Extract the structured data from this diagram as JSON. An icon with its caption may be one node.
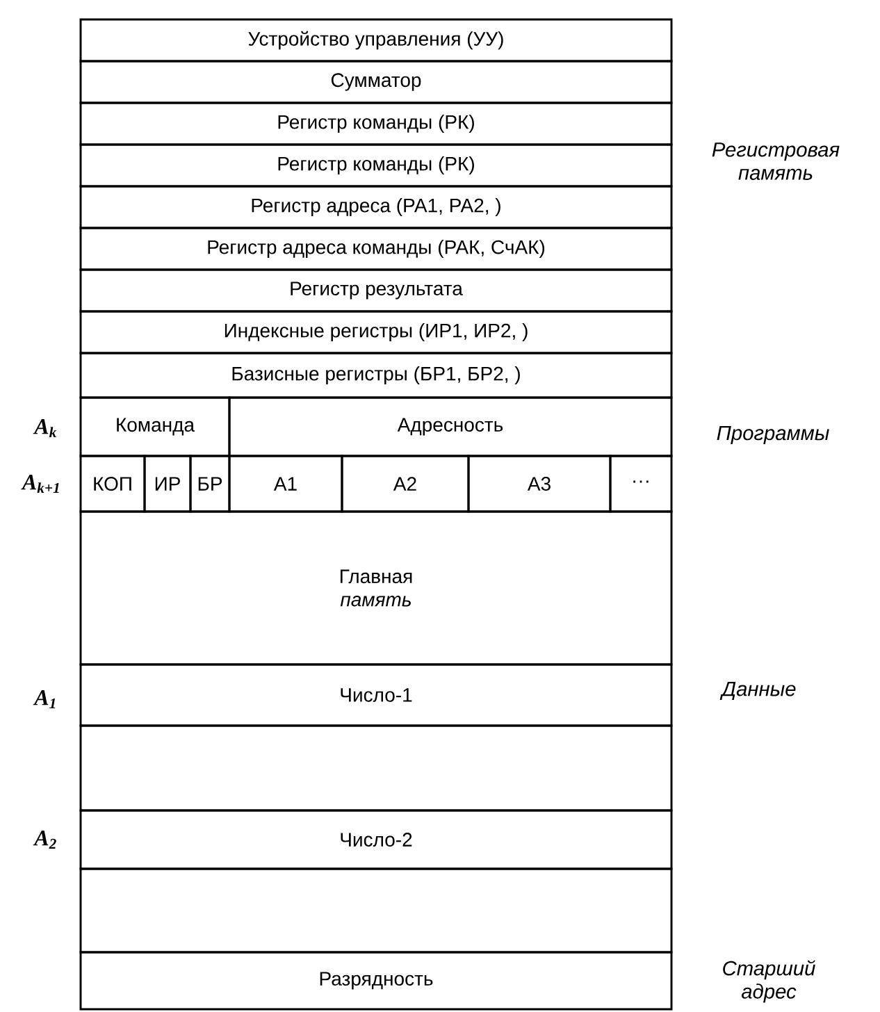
{
  "diagram": {
    "nodes": [
      {
        "text": [
          "Устройство управления (УУ)"
        ]
      },
      {
        "text": [
          "Сумматор"
        ]
      },
      {
        "text": [
          "Регистр команды (РК)"
        ]
      },
      {
        "text": [
          "Регистр команды (РК)"
        ]
      },
      {
        "text": [
          "Регистр адреса (РА1, РА2, )"
        ]
      },
      {
        "text": [
          "Регистр адреса команды (РАК, СчАК)"
        ]
      },
      {
        "text": [
          "Регистр результата"
        ]
      },
      {
        "text": [
          "Индексные регистры (ИР1, ИР2, )"
        ]
      },
      {
        "text": [
          "Базисные регистры (БР1, БР2, )"
        ]
      },
      {
        "text": [
          "Команда"
        ]
      },
      {
        "text": [
          "Адресность"
        ]
      },
      {
        "text": [
          "КОП"
        ]
      },
      {
        "text": [
          "ИР"
        ]
      },
      {
        "text": [
          "БР"
        ]
      },
      {
        "text": [
          "А1"
        ]
      },
      {
        "text": [
          "А2"
        ]
      },
      {
        "text": [
          "А3"
        ]
      },
      {
        "text": [
          "···"
        ]
      },
      {
        "text": [
          "Главная *память*"
        ]
      },
      {
        "text": [
          "Число-1"
        ]
      },
      {
        "text": [],
        "shape": "box"
      },
      {
        "text": [
          "Число-2"
        ]
      },
      {
        "text": [],
        "shape": "box"
      },
      {
        "text": [
          "Разрядность"
        ]
      }
    ],
    "labels": [
      "A$_{k}$",
      "Регистровая память",
      "A$_{k+1}$",
      "Программы",
      "A$_{1}$",
      "Данные",
      "A$_{2}$",
      "Старший адрес"
    ]
  }
}
